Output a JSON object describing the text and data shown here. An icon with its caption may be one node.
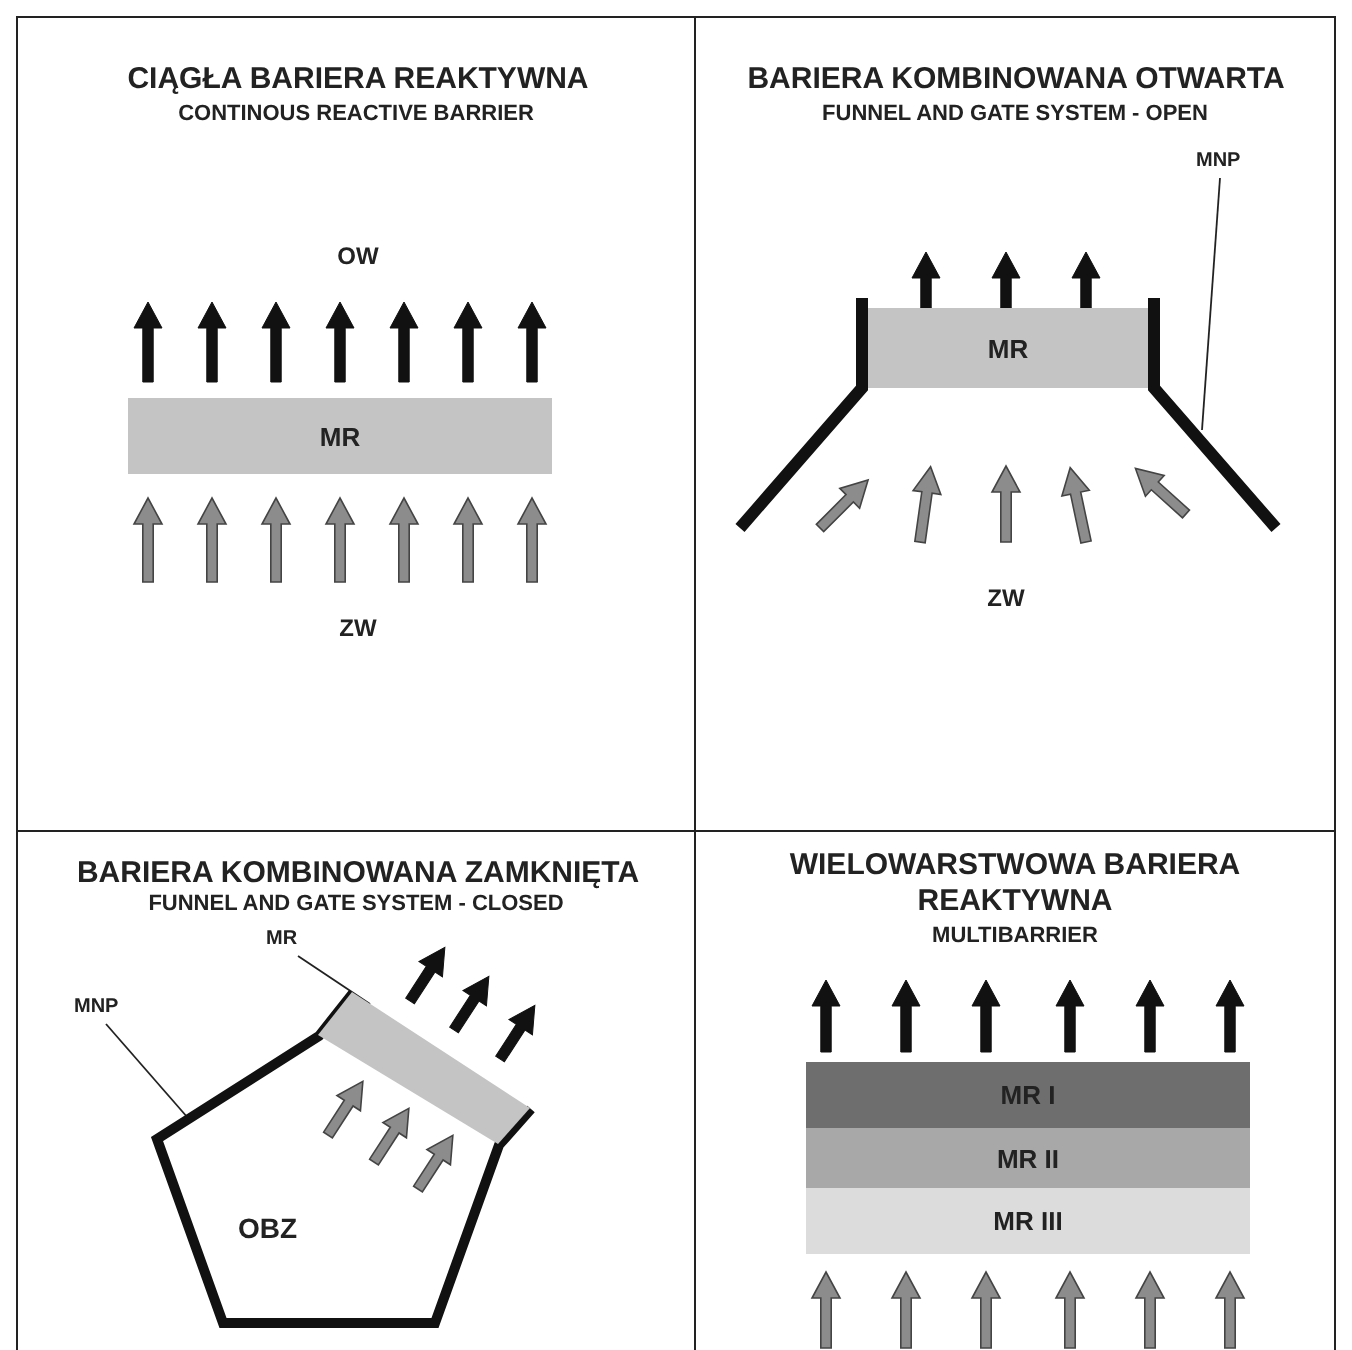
{
  "diagram": {
    "nodes": [
      {
        "text": [
          "CIĄGŁA BARIERA REAKTYWNA",
          "CONTINOUS REACTIVE BARRIER"
        ]
      },
      {
        "text": [
          "MR"
        ],
        "in": 0
      },
      {
        "text": [
          "BARIERA KOMBINOWANA OTWARTA",
          "FUNNEL AND GATE SYSTEM - OPEN"
        ]
      },
      {
        "text": [
          "MR"
        ],
        "in": 2
      },
      {
        "text": [
          "MNP"
        ],
        "in": 2
      },
      {
        "text": [],
        "shape": "bar",
        "in": 2
      },
      {
        "text": [],
        "shape": "bar",
        "in": 2
      },
      {
        "text": [
          "BARIERA KOMBINOWANA ZAMKNIĘTA",
          "FUNNEL AND GATE SYSTEM - CLOSED"
        ]
      },
      {
        "text": [
          "MR"
        ],
        "in": 7
      },
      {
        "text": [
          "MNP"
        ],
        "in": 7
      },
      {
        "text": [
          "OBZ"
        ],
        "in": 7
      },
      {
        "text": [],
        "shape": "bar",
        "in": 10
      },
      {
        "text": [
          "WIELOWARSTWOWA BARIERA REAKTYWNA",
          "MULTIBARRIER"
        ]
      },
      {
        "text": [
          "MR I"
        ],
        "in": 12
      },
      {
        "text": [
          "MR II"
        ],
        "in": 12
      },
      {
        "text": [
          "MR III"
        ],
        "in": 12
      }
    ],
    "edges": [
      {
        "from": 4,
        "to": 6,
        "arrow": "none"
      },
      {
        "from": 8,
        "to": 11,
        "arrow": "none"
      },
      {
        "from": 9,
        "to": 10,
        "arrow": "none"
      }
    ],
    "labels": [
      "OW",
      "ZW",
      "ZW"
    ]
  }
}
